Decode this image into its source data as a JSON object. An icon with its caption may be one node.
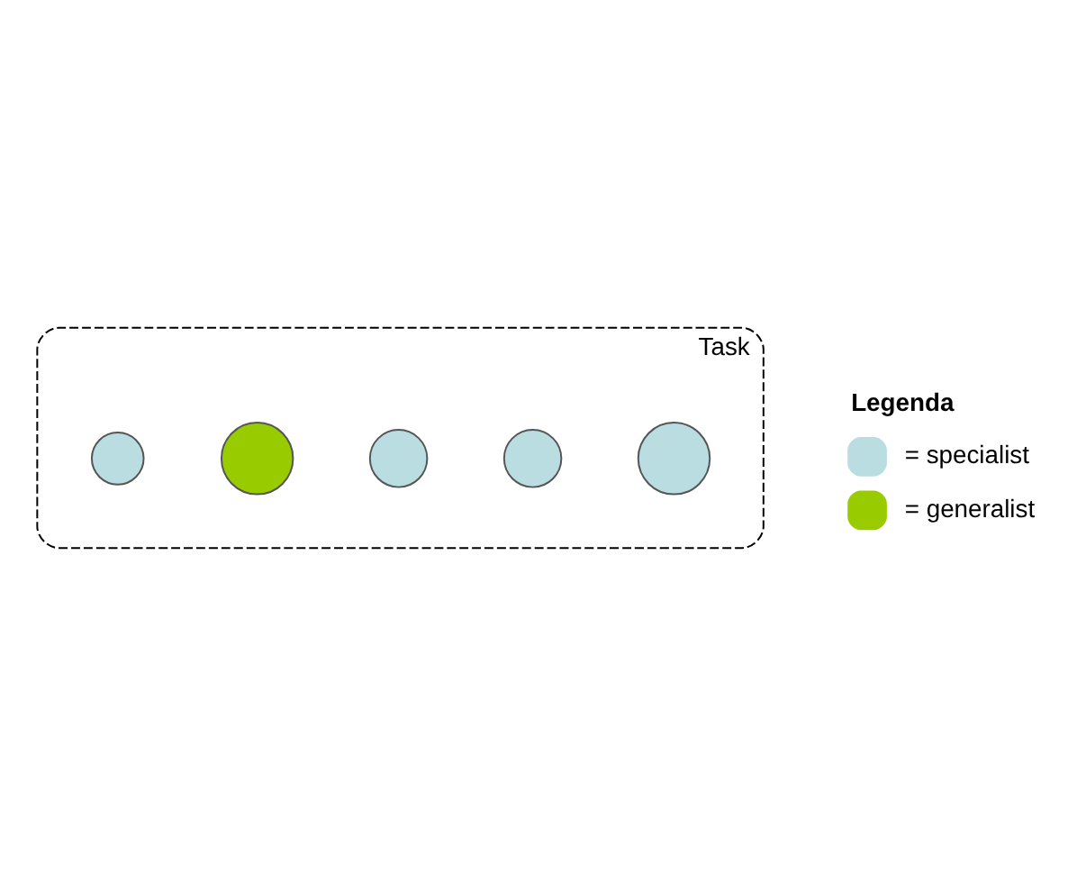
{
  "diagram": {
    "nodes": [
      {
        "text": [
          "Task"
        ]
      },
      {
        "text": [],
        "shape": "circle",
        "in": 0
      },
      {
        "text": [],
        "shape": "circle",
        "in": 0
      },
      {
        "text": [],
        "shape": "circle",
        "in": 0
      },
      {
        "text": [],
        "shape": "circle",
        "in": 0
      },
      {
        "text": [],
        "shape": "circle",
        "in": 0
      }
    ],
    "labels": [
      "Legenda"
    ],
    "legend": [
      {
        "text": "= specialist",
        "color": "#b9dde0"
      },
      {
        "text": "= generalist",
        "color": "#99cc00"
      }
    ]
  }
}
